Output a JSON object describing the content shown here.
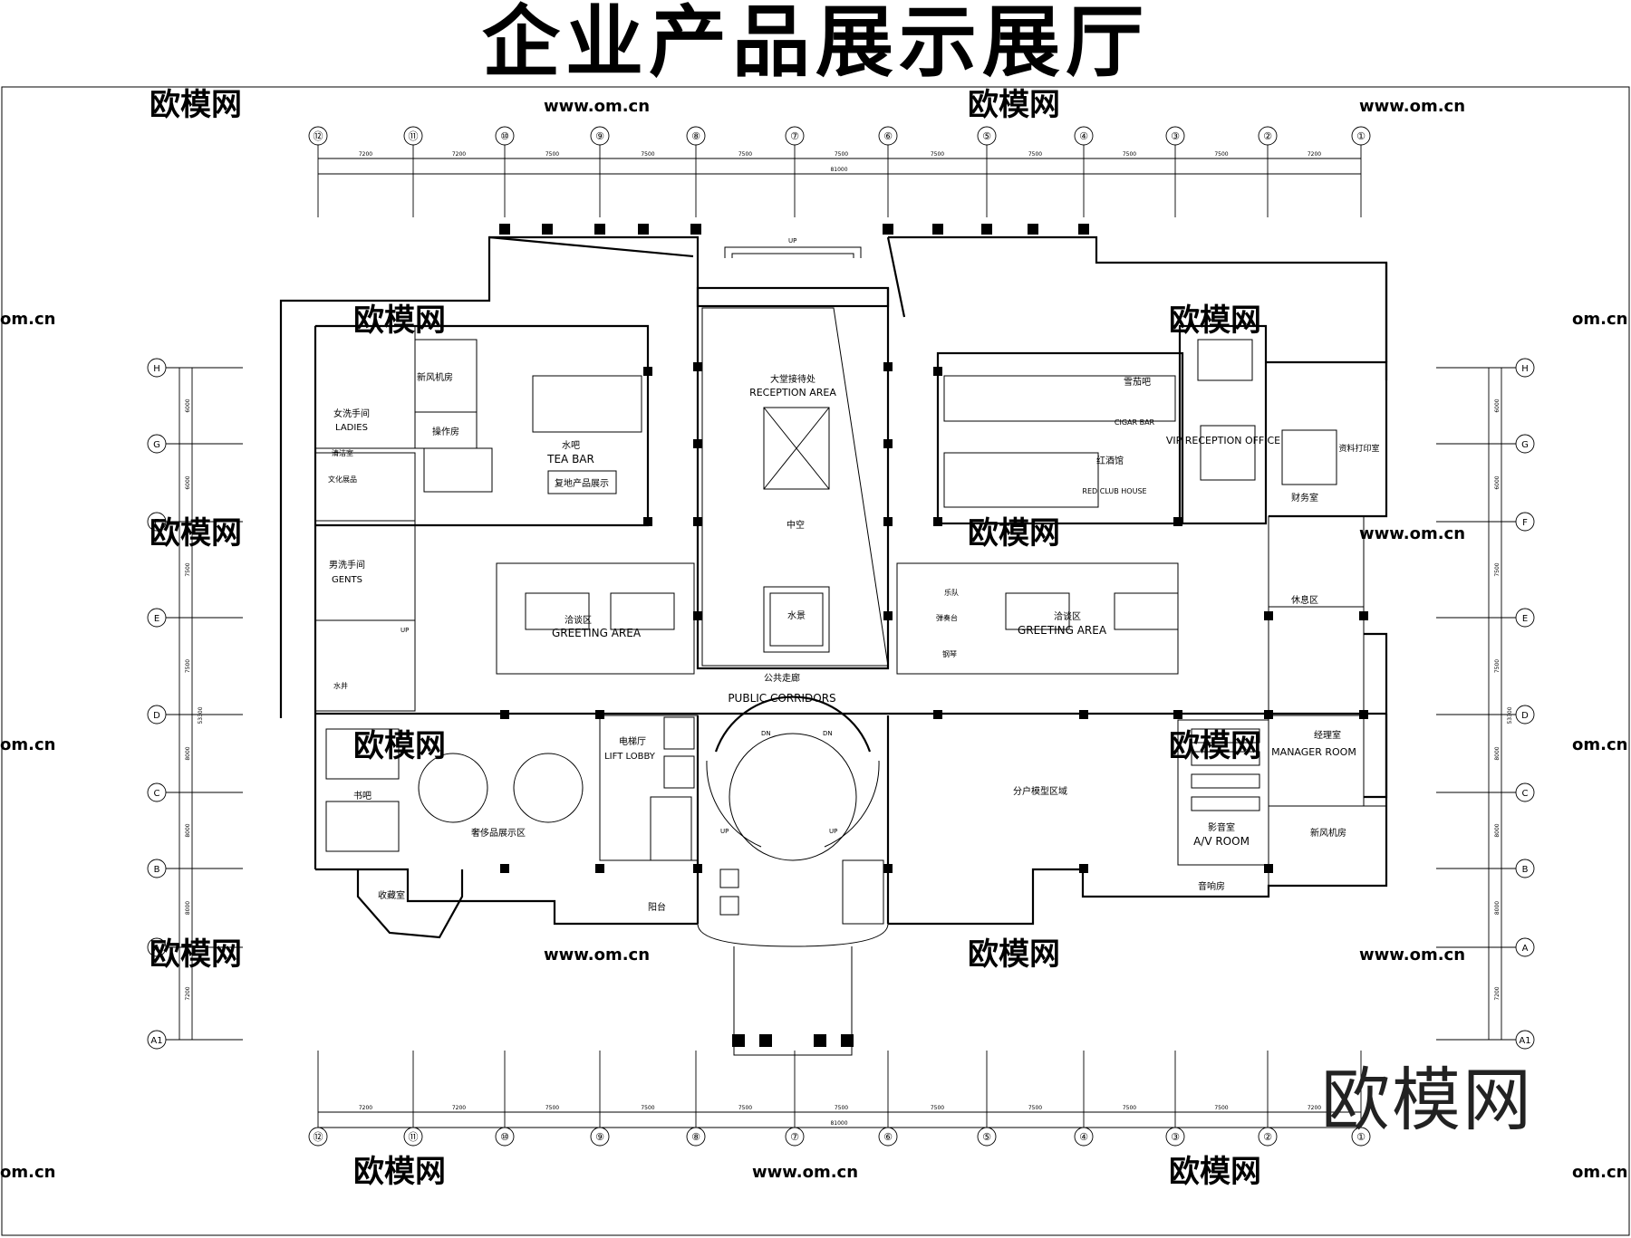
{
  "title": "企业产品展示展厅",
  "brand": "欧模网",
  "watermarks": {
    "logo": "欧模网",
    "url": "www.om.cn",
    "url_partial": "om.cn"
  },
  "grid": {
    "columns": [
      "⑫",
      "⑪",
      "⑩",
      "⑨",
      "⑧",
      "⑦",
      "⑥",
      "⑤",
      "④",
      "③",
      "②",
      "①"
    ],
    "rows": [
      "H",
      "G",
      "F",
      "E",
      "D",
      "C",
      "B",
      "A",
      "A1"
    ],
    "bay_dims": [
      "7200",
      "7200",
      "7500",
      "7500",
      "7500",
      "7500",
      "7500",
      "7500",
      "7500",
      "7500",
      "7200"
    ],
    "total_dim": "81000",
    "row_dims": [
      "6000",
      "6000",
      "7500",
      "7500",
      "8000",
      "8000",
      "8000",
      "7200"
    ],
    "row_total": "53300"
  },
  "rooms": {
    "reception_cn": "大堂接待处",
    "reception_en": "RECEPTION AREA",
    "atrium": "中空",
    "water_feature": "水景",
    "corridor_cn": "公共走廊",
    "corridor_en": "PUBLIC CORRIDORS",
    "tea_bar_cn": "水吧",
    "tea_bar_en": "TEA BAR",
    "product_sign": "复地产品展示",
    "greeting_left_cn": "洽谈区",
    "greeting_left_en": "GREETING AREA",
    "greeting_right_cn": "洽谈区",
    "greeting_right_en": "GREETING AREA",
    "ladies_cn": "女洗手间",
    "ladies_en": "LADIES",
    "gents_cn": "男洗手间",
    "gents_en": "GENTS",
    "fresh_air_left": "新风机房",
    "operation_room": "操作房",
    "cleaning_room": "清洁室",
    "culture_room": "文化展品",
    "lift_lobby_cn": "电梯厅",
    "lift_lobby_en": "LIFT LOBBY",
    "book_bar": "书吧",
    "luxury_area": "奢侈品展示区",
    "collection_room": "收藏室",
    "balcony": "阳台",
    "cigar_cn": "雪茄吧",
    "cigar_en": "CIGAR BAR",
    "red_club_cn": "红酒馆",
    "red_club_en": "RED CLUB HOUSE",
    "vip_en": "VIP RECEPTION OFFICE",
    "finance_room": "财务室",
    "print_room": "资料打印室",
    "rest_area": "休息区",
    "piano_area": "弹奏台",
    "piano": "钢琴",
    "band": "乐队",
    "model_area": "分户模型区域",
    "manager_cn": "经理室",
    "manager_en": "MANAGER ROOM",
    "av_cn": "影音室",
    "av_en": "A/V ROOM",
    "sound_room": "音响房",
    "fresh_air_right": "新风机房",
    "up": "UP",
    "dn": "DN",
    "water_well": "水井"
  },
  "colors": {
    "line": "#000000",
    "watermark": "#d6d6d6",
    "background": "#ffffff"
  }
}
